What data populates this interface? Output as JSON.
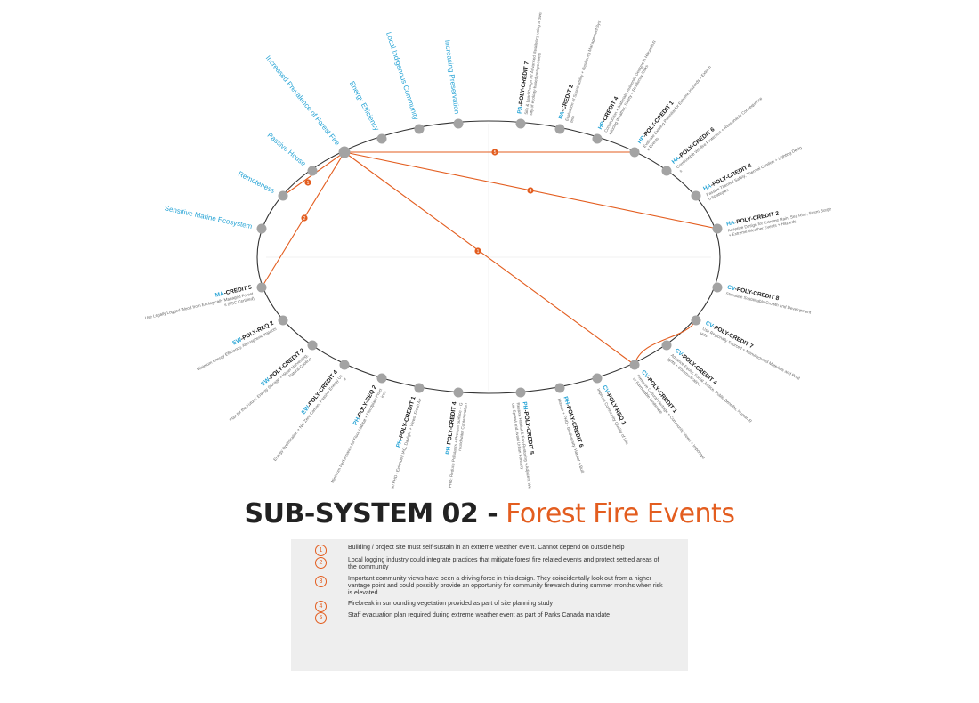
{
  "colors": {
    "accent": "#e35d1f",
    "cyan": "#2aa5d6",
    "node": "#a3a3a3",
    "text": "#666666",
    "dark": "#1a1a1a"
  },
  "title": {
    "main": "SUB-SYSTEM 02 -",
    "sub": "Forest Fire Events"
  },
  "nodes": [
    {
      "id": "sensitive-marine-ecosystem",
      "type": "plain",
      "label": "Sensitive Marine Ecosystem"
    },
    {
      "id": "remoteness",
      "type": "plain",
      "label": "Remoteness"
    },
    {
      "id": "passive-house",
      "type": "plain",
      "label": "Passive House"
    },
    {
      "id": "forest-fire",
      "type": "plain",
      "label": "Increased Prevalence of Forest Fire"
    },
    {
      "id": "energy-efficiency",
      "type": "plain",
      "label": "Energy Efficiency"
    },
    {
      "id": "local-indigenous-community",
      "type": "plain",
      "label": "Local Indigenous Community"
    },
    {
      "id": "increasing-preservation",
      "type": "plain",
      "label": "Increasing Preservation"
    },
    {
      "id": "pa-poly-credit-7",
      "type": "credit",
      "prefix": "PA",
      "rest": "-POLY-CREDIT 7",
      "desc": "Site & Land Design for Advanced Resiliency using a diversity of ecology-based perspectives"
    },
    {
      "id": "pa-credit-2",
      "type": "credit",
      "prefix": "PA",
      "rest": "-CREDIT 2",
      "desc": "Evaluation of Sustainability + Resiliency Management System"
    },
    {
      "id": "hp-credit-4",
      "type": "credit",
      "prefix": "HP",
      "rest": "-CREDIT 4",
      "desc": "Construction + Materials, Authentic Designs in Hazards Reducing Weather, Safety + Resiliency Risks"
    },
    {
      "id": "hp-poly-credit-1",
      "type": "credit",
      "prefix": "HP",
      "rest": "-POLY-CREDIT 1",
      "desc": "Evaluate Existing Potential for Extreme Hazards + Extreme Events"
    },
    {
      "id": "ha-poly-credit-6",
      "type": "credit",
      "prefix": "HA",
      "rest": "-POLY-CREDIT 6",
      "desc": "Combustible Wildfire Protection + Reasonable Consequences"
    },
    {
      "id": "ha-poly-credit-4",
      "type": "credit",
      "prefix": "HA",
      "rest": "-POLY-CREDIT 4",
      "desc": "Passive Thermal Safety, Thermal Comfort + Lighting Design Strategies"
    },
    {
      "id": "ha-poly-credit-2",
      "type": "credit",
      "prefix": "HA",
      "rest": "-POLY-CREDIT 2",
      "desc": "Adaptive Design for Extreme Rain, Sea Rise, Storm Surge + Extreme Weather Events + Hazards"
    },
    {
      "id": "cv-poly-credit-8",
      "type": "credit",
      "prefix": "CV",
      "rest": "-POLY-CREDIT 8",
      "desc": "Stimulate Sustainable Growth and Development"
    },
    {
      "id": "cv-poly-credit-7",
      "type": "credit",
      "prefix": "CV",
      "rest": "-POLY-CREDIT 7",
      "desc": "Use Regionally Sourced + Manufactured Materials and Products"
    },
    {
      "id": "cv-poly-credit-4",
      "type": "credit",
      "prefix": "CV",
      "rest": "-POLY-CREDIT 4",
      "desc": "Advance Equity, Social Justice, Public Benefits, Human Rights + Communication"
    },
    {
      "id": "cv-poly-credit-1",
      "type": "credit",
      "prefix": "CV",
      "rest": "-POLY-CREDIT 1",
      "desc": "Preserve Cultural Heritage + Community views + Important or Favourable landscape"
    },
    {
      "id": "cv-poly-req-1",
      "type": "credit",
      "prefix": "CV",
      "rest": "-POLY-REQ 1",
      "desc": "Improve Community Quality of Life"
    },
    {
      "id": "ph-poly-credit-6",
      "type": "credit",
      "prefix": "PH",
      "rest": "-POLY-CREDIT 6",
      "desc": "Human + PHD - Biodiversity, Habitat + Built"
    },
    {
      "id": "ph-poly-credit-5",
      "type": "credit",
      "prefix": "PH",
      "rest": "-POLY-CREDIT 5",
      "desc": "Restore Habitat & Eco-Restoring + Adjacent Wetlands + Avoid Sprawl and Avoid Urban Forestry"
    },
    {
      "id": "ph-poly-credit-4",
      "type": "credit",
      "prefix": "PH",
      "rest": "-POLY-CREDIT 4",
      "desc": "Human + Eco PHD: Reduce Pollutants + Prevent Surface + Groundwater Contamination"
    },
    {
      "id": "ph-poly-credit-1",
      "type": "credit",
      "prefix": "PH",
      "rest": "-POLY-CREDIT 1",
      "desc": "Human PHD - Extended IAQ, Daylight + Views, Fresh Air"
    },
    {
      "id": "ph-poly-req-2",
      "type": "credit",
      "prefix": "PH",
      "rest": "-POLY-REQ 2",
      "desc": "Minimum Performance for Floor Habitat + Floodplain Practices"
    },
    {
      "id": "ew-poly-credit-4",
      "type": "credit",
      "prefix": "EW",
      "rest": "-POLY-CREDIT 4",
      "desc": "Energy Optimization + Net Zero Carbon, Passive Energy Use"
    },
    {
      "id": "ew-poly-credit-2",
      "type": "credit",
      "prefix": "EW",
      "rest": "-POLY-CREDIT 2",
      "desc": "Plan for the Future: Energy Storage + Water Harvesting, Natural Cooling"
    },
    {
      "id": "ew-poly-req-2",
      "type": "credit",
      "prefix": "EW",
      "rest": "-POLY-REQ 2",
      "desc": "Minimum Energy Efficiency, Atmospheric Impacts"
    },
    {
      "id": "ma-credit-5",
      "type": "credit",
      "prefix": "MA",
      "rest": "-CREDIT 5",
      "desc": "Use Legally Logged Wood from Ecologically Managed Forests (FSC Certified)"
    }
  ],
  "connections": [
    {
      "from": "forest-fire",
      "to": "remoteness",
      "marker": "1"
    },
    {
      "from": "forest-fire",
      "to": "ma-credit-5",
      "marker": "2"
    },
    {
      "from": "forest-fire",
      "to": "hp-poly-credit-1",
      "marker": "5"
    },
    {
      "from": "forest-fire",
      "to": "ha-poly-credit-2",
      "marker": "4"
    },
    {
      "from": "forest-fire",
      "to": "cv-poly-credit-1",
      "marker": "1"
    },
    {
      "from": "cv-poly-credit-1",
      "to": "cv-poly-credit-7",
      "marker": ""
    }
  ],
  "notes": [
    {
      "num": "1",
      "text": "Building / project site must self-sustain in an extreme weather event. Cannot depend on outside help"
    },
    {
      "num": "2",
      "text": "Local logging industry could integrate practices that mitigate forest fire related events and protect settled areas of the community"
    },
    {
      "num": "3",
      "text": "Important community views have been a driving force in this design. They coincidentally look out from a higher vantage point and could possibly provide an opportunity for community firewatch during summer months when risk is elevated"
    },
    {
      "num": "4",
      "text": "Firebreak in surrounding vegetation provided as part of site planning study"
    },
    {
      "num": "5",
      "text": "Staff evacuation plan required during extreme weather event as part of Parks Canada mandate"
    }
  ]
}
